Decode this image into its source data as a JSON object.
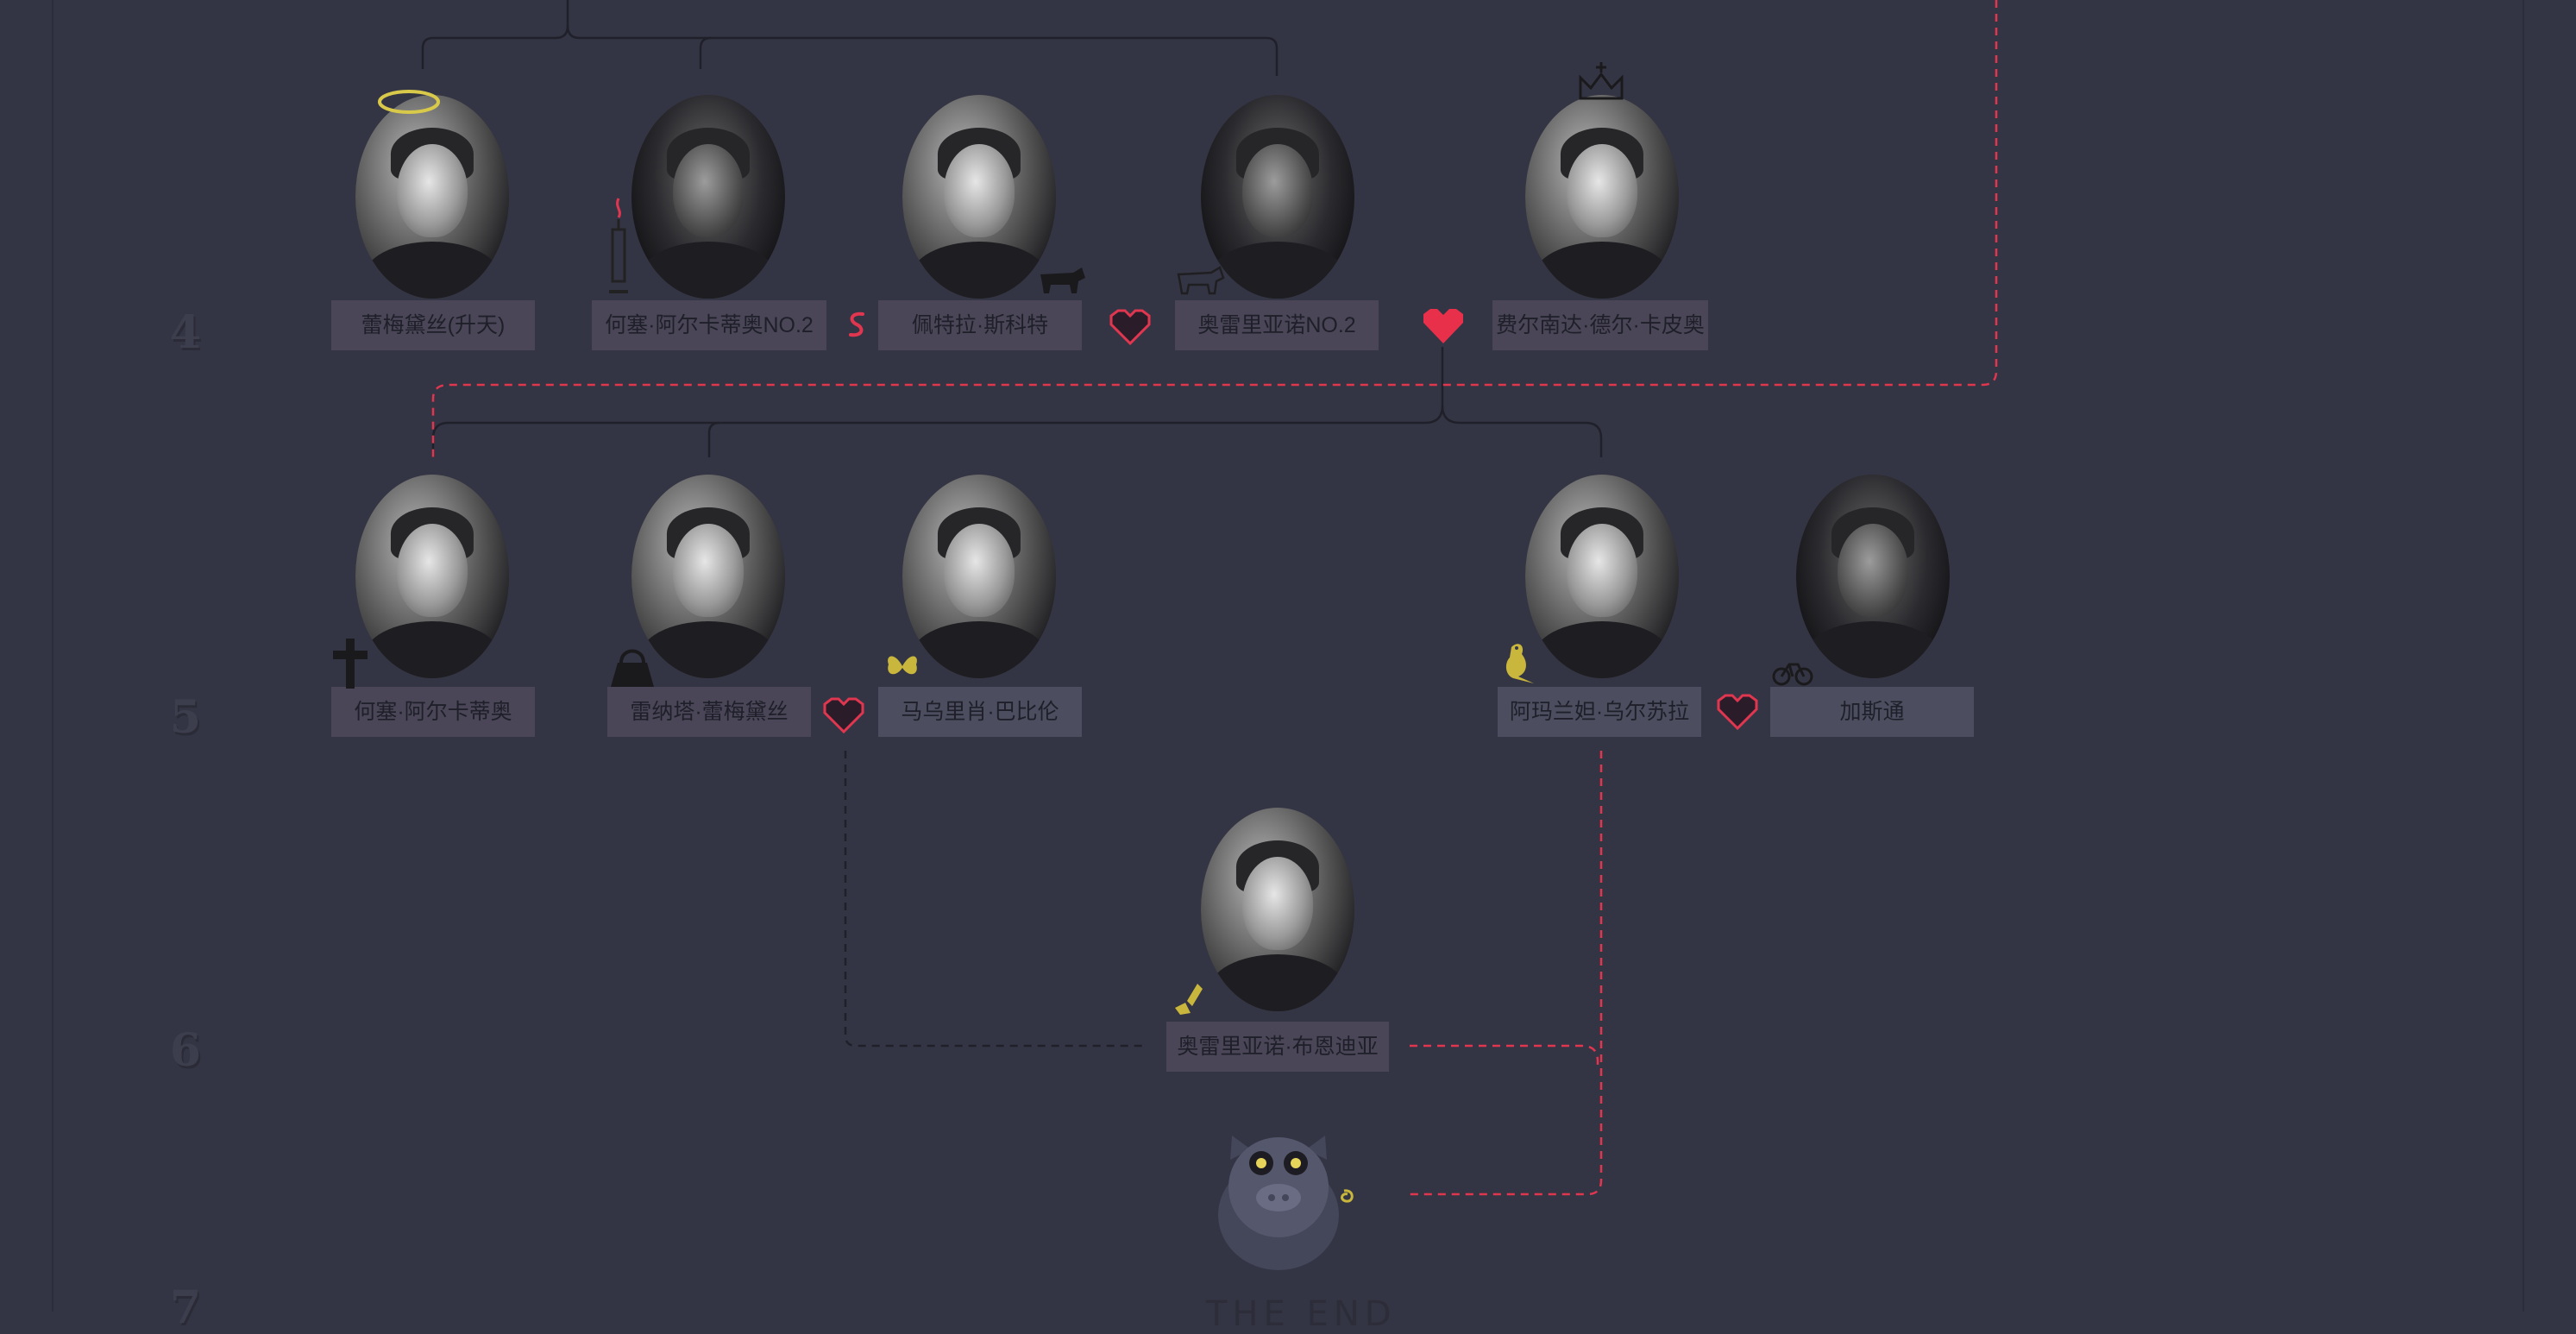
{
  "generations": [
    "4",
    "5",
    "6",
    "7"
  ],
  "people": {
    "remedios_ascension": {
      "name": "蕾梅黛丝(升天)"
    },
    "jose_arcadio_no2": {
      "name": "何塞·阿尔卡蒂奥NO.2"
    },
    "petra_cotes": {
      "name": "佩特拉·斯科特"
    },
    "aureliano_no2": {
      "name": "奥雷里亚诺NO.2"
    },
    "fernanda": {
      "name": "费尔南达·德尔·卡皮奥"
    },
    "jose_arcadio": {
      "name": "何塞·阿尔卡蒂奥"
    },
    "renata_remedios": {
      "name": "雷纳塔·蕾梅黛丝"
    },
    "mauricio_babilonia": {
      "name": "马乌里肖·巴比伦"
    },
    "amaranta_ursula": {
      "name": "阿玛兰妲·乌尔苏拉"
    },
    "gaston": {
      "name": "加斯通"
    },
    "aureliano_babilonia": {
      "name": "奥雷里亚诺·布恩迪亚"
    }
  },
  "ending": {
    "text": "THE END"
  },
  "colors": {
    "background": "#343544",
    "line": "#1f2029",
    "dashed_red": "#e0364f",
    "heart_red": "#e0364f",
    "heart_dark": "#2a1d29",
    "label_bg": "#4a4658",
    "gold": "#c9b63c"
  },
  "icons": {
    "halo": "halo-icon",
    "candle": "candle-icon",
    "snake": "snake-icon",
    "cow": "cow-icon",
    "crown": "crown-icon",
    "cross": "cross-icon",
    "purse": "purse-icon",
    "butterfly": "butterfly-icon",
    "bird": "bird-icon",
    "bicycle": "bicycle-icon",
    "ribbon": "ribbon-icon",
    "pig": "pig-icon"
  }
}
